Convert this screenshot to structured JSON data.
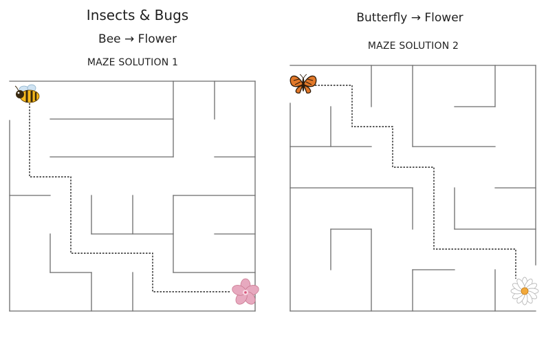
{
  "left_maze": {
    "heading": "Insects & Bugs",
    "subtitle": "Bee → Flower",
    "label": "MAZE SOLUTION 1",
    "start_icon": "bee-icon",
    "end_icon": "cherry-blossom-icon"
  },
  "right_maze": {
    "heading": "Butterfly → Flower",
    "label": "MAZE SOLUTION 2",
    "start_icon": "butterfly-icon",
    "end_icon": "daisy-icon"
  },
  "colors": {
    "wall": "#6b6b6b",
    "path": "#222222",
    "blossom": "#e7a9bf",
    "daisy_center": "#f2a93b"
  }
}
